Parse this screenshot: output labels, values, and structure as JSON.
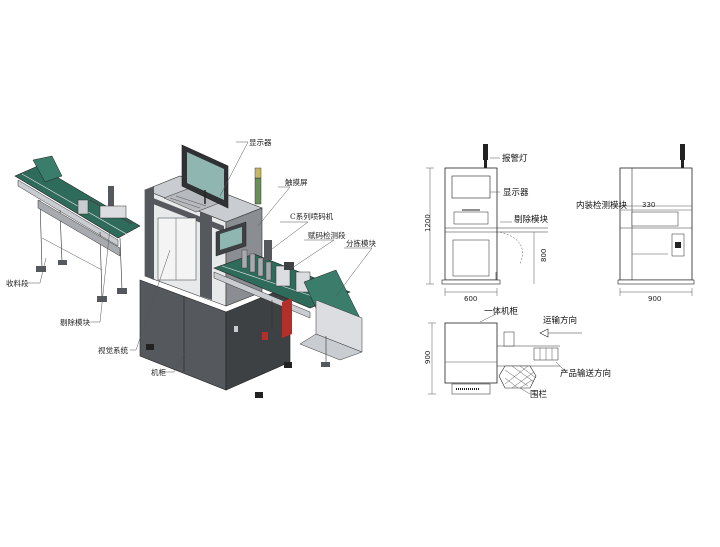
{
  "left_drawing": {
    "labels": {
      "display": "显示器",
      "touchscreen": "触摸屏",
      "inkjet": "C系列喷码机",
      "code_check": "赋码检测段",
      "split": "分拣模块",
      "receive": "收料段",
      "reject": "剔除模块",
      "vision": "视觉系统",
      "cabinet": "机柜"
    }
  },
  "right_drawing": {
    "labels": {
      "alarm_light": "报警灯",
      "display": "显示器",
      "reject_module": "剔除模块",
      "inner_check": "内装检测模块",
      "integrated_cabinet": "一体机柜",
      "conveying_direction": "运输方向",
      "product_direction": "产品输送方向",
      "guard": "围栏"
    },
    "dimensions": {
      "height_1": "1200",
      "height_2": "800",
      "width_front": "600",
      "depth_330": "330",
      "width_side": "900",
      "depth_top": "900"
    }
  },
  "colors": {
    "belt": "#2f6b5b",
    "frame_dark": "#55585c",
    "frame_mid": "#8a8d91",
    "frame_light": "#c9ccd0",
    "panel_red": "#b3302a",
    "screen": "#8fb6b0"
  }
}
